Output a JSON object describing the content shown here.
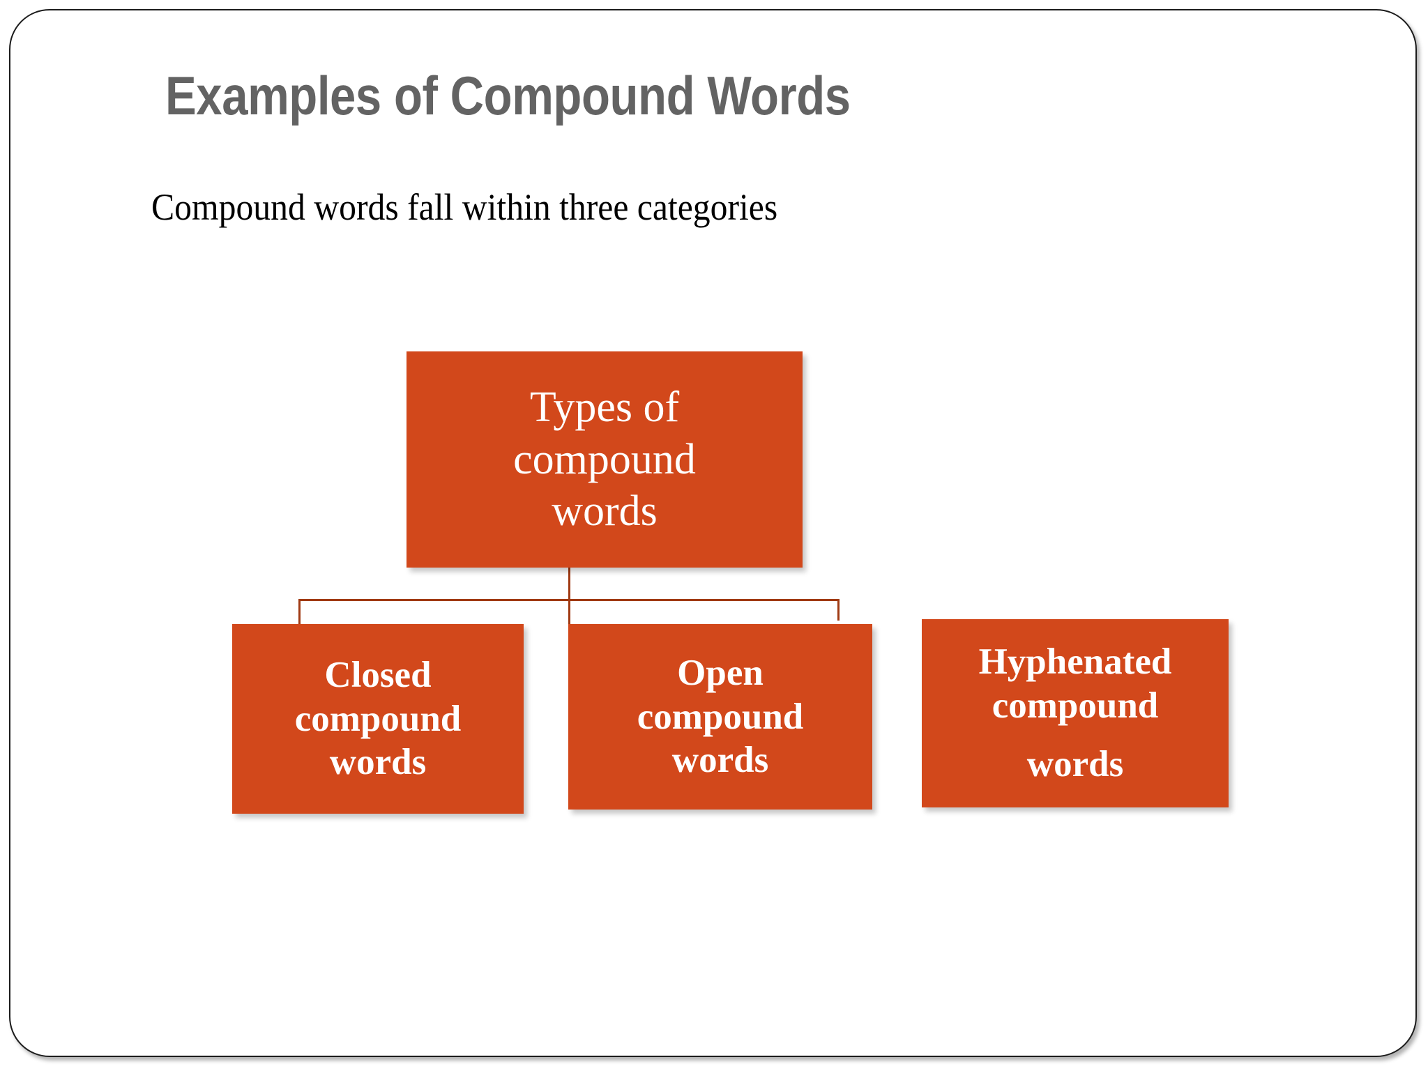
{
  "slide": {
    "title": "Examples of Compound Words",
    "subtitle": "Compound words fall within three categories",
    "accent_color": "#D2481B",
    "connector_color": "#A03A13",
    "title_color": "#636363",
    "body_color": "#000000",
    "background_color": "#FFFFFF",
    "border_color": "#1B1B1B"
  },
  "diagram": {
    "type": "hierarchy",
    "root": {
      "name": "types-of-compound-words",
      "lines": [
        "Types of",
        "compound",
        "words"
      ]
    },
    "children": [
      {
        "name": "closed-compound-words",
        "lines": [
          "Closed",
          "compound",
          "words"
        ]
      },
      {
        "name": "open-compound-words",
        "lines": [
          "Open",
          "compound",
          "words"
        ]
      },
      {
        "name": "hyphenated-compound-words",
        "lines": [
          "Hyphenated",
          "compound",
          "words"
        ]
      }
    ]
  }
}
